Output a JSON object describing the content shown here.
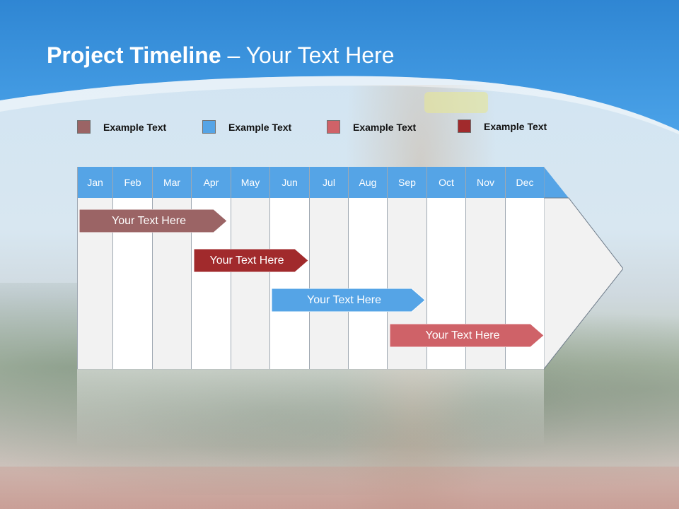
{
  "title": {
    "bold": "Project Timeline",
    "rest": " – Your Text Here"
  },
  "legend": [
    {
      "label": "Example Text",
      "color": "#9b6465"
    },
    {
      "label": "Example Text",
      "color": "#55a4e6"
    },
    {
      "label": "Example Text",
      "color": "#cf6268"
    },
    {
      "label": "Example Text",
      "color": "#a12a2c"
    }
  ],
  "months": [
    "Jan",
    "Feb",
    "Mar",
    "Apr",
    "May",
    "Jun",
    "Jul",
    "Aug",
    "Sep",
    "Oct",
    "Nov",
    "Dec"
  ],
  "bars": [
    {
      "label": "Your  Text Here",
      "color": "#9b6465"
    },
    {
      "label": "Your  Text Here",
      "color": "#a12a2c"
    },
    {
      "label": "Your  Text Here",
      "color": "#55a4e6"
    },
    {
      "label": "Your  Text Here",
      "color": "#cf6268"
    }
  ],
  "colors": {
    "header": "#3d95dd",
    "month_header": "#55a4e6",
    "shaded_column": "#f2f2f2",
    "plain_column": "#ffffff"
  }
}
